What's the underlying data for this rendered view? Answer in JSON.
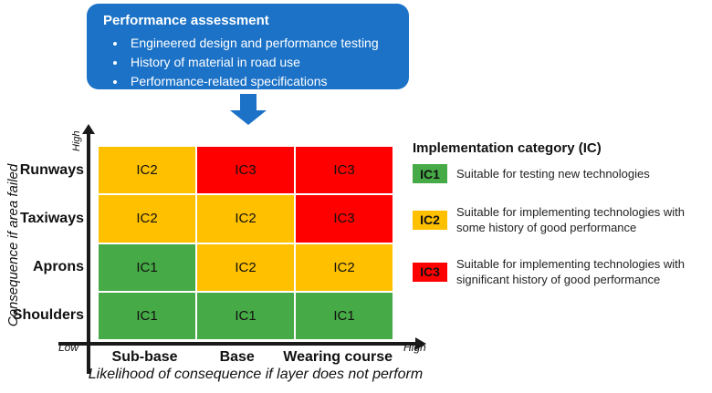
{
  "colors": {
    "callout_blue": "#1b72c7",
    "axis_black": "#1a1a1a",
    "IC1": "#46aa46",
    "IC2": "#ffc000",
    "IC3": "#ff0000"
  },
  "callout": {
    "title": "Performance assessment",
    "bullets": [
      "Engineered design and performance testing",
      "History of material in road use",
      "Performance-related specifications"
    ]
  },
  "matrix": {
    "y_axis": {
      "title": "Consequence if area failed",
      "high_label": "High"
    },
    "x_axis": {
      "title": "Likelihood of consequence if layer does not perform",
      "low_label": "Low",
      "high_label": "High"
    },
    "rows": [
      "Runways",
      "Taxiways",
      "Aprons",
      "Shoulders"
    ],
    "columns": [
      "Sub-base",
      "Base",
      "Wearing course"
    ],
    "cells": [
      [
        "IC2",
        "IC3",
        "IC3"
      ],
      [
        "IC2",
        "IC2",
        "IC3"
      ],
      [
        "IC1",
        "IC2",
        "IC2"
      ],
      [
        "IC1",
        "IC1",
        "IC1"
      ]
    ]
  },
  "legend": {
    "title": "Implementation category (IC)",
    "items": [
      {
        "code": "IC1",
        "text": "Suitable for testing new technologies"
      },
      {
        "code": "IC2",
        "text": "Suitable for implementing technologies with some history of good performance"
      },
      {
        "code": "IC3",
        "text": "Suitable for implementing technologies with significant history of good performance"
      }
    ]
  },
  "chart_data": {
    "type": "heatmap",
    "title": "Implementation category (IC)",
    "xlabel": "Likelihood of consequence if layer does not perform",
    "ylabel": "Consequence if area failed",
    "x_categories": [
      "Sub-base",
      "Base",
      "Wearing course"
    ],
    "y_categories": [
      "Runways",
      "Taxiways",
      "Aprons",
      "Shoulders"
    ],
    "values": [
      [
        "IC2",
        "IC3",
        "IC3"
      ],
      [
        "IC2",
        "IC2",
        "IC3"
      ],
      [
        "IC1",
        "IC2",
        "IC2"
      ],
      [
        "IC1",
        "IC1",
        "IC1"
      ]
    ]
  }
}
